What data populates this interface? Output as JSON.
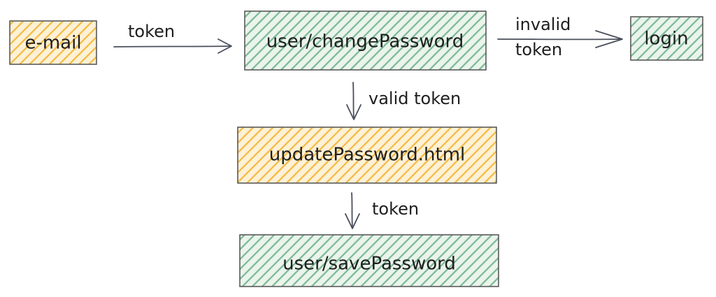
{
  "colors": {
    "orange_fill": "#f5b942",
    "green_fill": "#7ab893",
    "stroke": "#4b4f5c",
    "text": "#1e1e1e"
  },
  "nodes": {
    "email": {
      "label": "e-mail",
      "fill": "orange"
    },
    "change_password": {
      "label": "user/changePassword",
      "fill": "green"
    },
    "login": {
      "label": "login",
      "fill": "green"
    },
    "update_password": {
      "label": "updatePassword.html",
      "fill": "orange"
    },
    "save_password": {
      "label": "user/savePassword",
      "fill": "green"
    }
  },
  "edges": {
    "email_to_change": {
      "label": "token"
    },
    "change_to_login": {
      "label_line1": "invalid",
      "label_line2": "token"
    },
    "change_to_update": {
      "label": "valid token"
    },
    "update_to_save": {
      "label": "token"
    }
  }
}
